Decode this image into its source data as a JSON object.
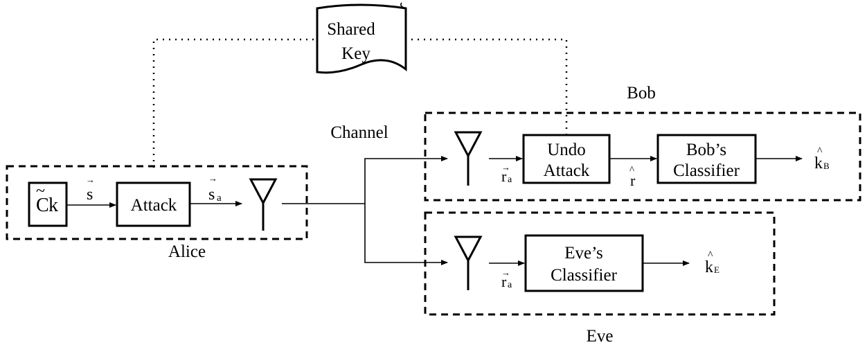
{
  "shared_key": {
    "line1": "Shared",
    "line2": "Key"
  },
  "labels": {
    "bob": "Bob",
    "alice": "Alice",
    "eve": "Eve",
    "channel": "Channel"
  },
  "alice": {
    "source_base": "C",
    "source_tilde": "~",
    "source_suffix": "k",
    "signal_s": "s",
    "attack": "Attack",
    "signal_sa_base": "s",
    "signal_sa_sub": "a"
  },
  "bob": {
    "received_base": "r",
    "received_sub": "a",
    "undo_line1": "Undo",
    "undo_line2": "Attack",
    "recovered": "r",
    "classifier_line1": "Bob’s",
    "classifier_line2": "Classifier",
    "estimate_base": "k",
    "estimate_sub": "B"
  },
  "eve": {
    "received_base": "r",
    "received_sub": "a",
    "classifier_line1": "Eve’s",
    "classifier_line2": "Classifier",
    "estimate_base": "k",
    "estimate_sub": "E"
  },
  "symbols": {
    "vec": "→",
    "hat": "^"
  }
}
